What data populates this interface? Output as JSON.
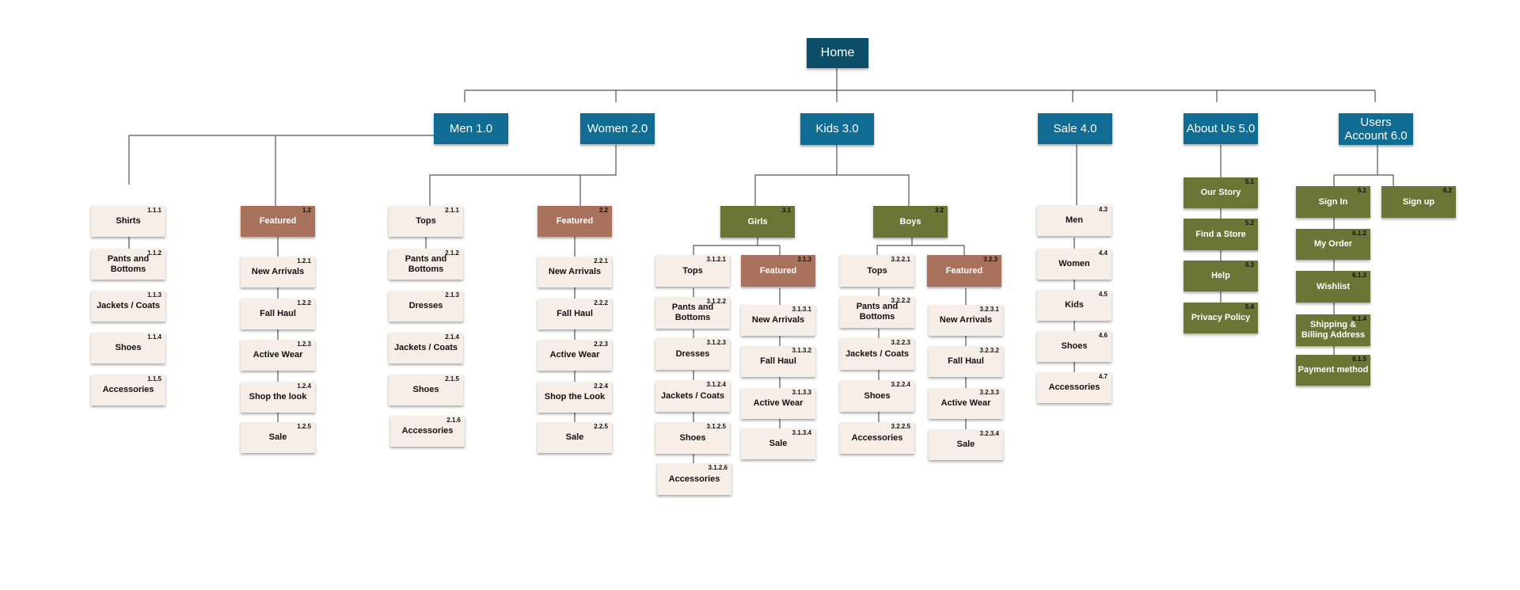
{
  "root": {
    "label": "Home"
  },
  "sections": {
    "men": {
      "label": "Men 1.0",
      "shirts": {
        "label": "Shirts",
        "num": "1.1.1"
      },
      "pants": {
        "label": "Pants and Bottoms",
        "num": "1.1.2"
      },
      "jackets": {
        "label": "Jackets / Coats",
        "num": "1.1.3"
      },
      "shoes": {
        "label": "Shoes",
        "num": "1.1.4"
      },
      "accessories": {
        "label": "Accessories",
        "num": "1.1.5"
      },
      "featured": {
        "label": "Featured",
        "num": "1.2"
      },
      "new_arrivals": {
        "label": "New Arrivals",
        "num": "1.2.1"
      },
      "fall_haul": {
        "label": "Fall Haul",
        "num": "1.2.2"
      },
      "active_wear": {
        "label": "Active Wear",
        "num": "1.2.3"
      },
      "shop_look": {
        "label": "Shop the look",
        "num": "1.2.4"
      },
      "sale": {
        "label": "Sale",
        "num": "1.2.5"
      }
    },
    "women": {
      "label": "Women 2.0",
      "tops": {
        "label": "Tops",
        "num": "2.1.1"
      },
      "pants": {
        "label": "Pants and Bottoms",
        "num": "2.1.2"
      },
      "dresses": {
        "label": "Dresses",
        "num": "2.1.3"
      },
      "jackets": {
        "label": "Jackets / Coats",
        "num": "2.1.4"
      },
      "shoes": {
        "label": "Shoes",
        "num": "2.1.5"
      },
      "accessories": {
        "label": "Accessories",
        "num": "2.1.6"
      },
      "featured": {
        "label": "Featured",
        "num": "2.2"
      },
      "new_arrivals": {
        "label": "New Arrivals",
        "num": "2.2.1"
      },
      "fall_haul": {
        "label": "Fall Haul",
        "num": "2.2.2"
      },
      "active_wear": {
        "label": "Active Wear",
        "num": "2.2.3"
      },
      "shop_look": {
        "label": "Shop the Look",
        "num": "2.2.4"
      },
      "sale": {
        "label": "Sale",
        "num": "2.2.5"
      }
    },
    "kids": {
      "label": "Kids 3.0",
      "girls": {
        "label": "Girls",
        "num": "3.1"
      },
      "girls_tops": {
        "label": "Tops",
        "num": "3.1.2.1"
      },
      "girls_pants": {
        "label": "Pants and Bottoms",
        "num": "3.1.2.2"
      },
      "girls_dresses": {
        "label": "Dresses",
        "num": "3.1.2.3"
      },
      "girls_jackets": {
        "label": "Jackets / Coats",
        "num": "3.1.2.4"
      },
      "girls_shoes": {
        "label": "Shoes",
        "num": "3.1.2.5"
      },
      "girls_accessories": {
        "label": "Accessories",
        "num": "3.1.2.6"
      },
      "girls_featured": {
        "label": "Featured",
        "num": "3.1.3"
      },
      "girls_new_arrivals": {
        "label": "New Arrivals",
        "num": "3.1.3.1"
      },
      "girls_fall_haul": {
        "label": "Fall Haul",
        "num": "3.1.3.2"
      },
      "girls_active_wear": {
        "label": "Active Wear",
        "num": "3.1.3.3"
      },
      "girls_sale": {
        "label": "Sale",
        "num": "3.1.3.4"
      },
      "boys": {
        "label": "Boys",
        "num": "3.2"
      },
      "boys_tops": {
        "label": "Tops",
        "num": "3.2.2.1"
      },
      "boys_pants": {
        "label": "Pants and Bottoms",
        "num": "3.2.2.2"
      },
      "boys_jackets": {
        "label": "Jackets / Coats",
        "num": "3.2.2.3"
      },
      "boys_shoes": {
        "label": "Shoes",
        "num": "3.2.2.4"
      },
      "boys_accessories": {
        "label": "Accessories",
        "num": "3.2.2.5"
      },
      "boys_featured": {
        "label": "Featured",
        "num": "3.2.3"
      },
      "boys_new_arrivals": {
        "label": "New Arrivals",
        "num": "3.2.3.1"
      },
      "boys_fall_haul": {
        "label": "Fall Haul",
        "num": "3.2.3.2"
      },
      "boys_active_wear": {
        "label": "Active Wear",
        "num": "3.2.3.3"
      },
      "boys_sale": {
        "label": "Sale",
        "num": "3.2.3.4"
      }
    },
    "sale": {
      "label": "Sale 4.0",
      "men": {
        "label": "Men",
        "num": "4.3"
      },
      "women": {
        "label": "Women",
        "num": "4.4"
      },
      "kids": {
        "label": "Kids",
        "num": "4.5"
      },
      "shoes": {
        "label": "Shoes",
        "num": "4.6"
      },
      "accessories": {
        "label": "Accessories",
        "num": "4.7"
      }
    },
    "about": {
      "label": "About Us 5.0",
      "story": {
        "label": "Our Story",
        "num": "5.1"
      },
      "store": {
        "label": "Find a Store",
        "num": "5.2"
      },
      "help": {
        "label": "Help",
        "num": "5.3"
      },
      "privacy": {
        "label": "Privacy Policy",
        "num": "5.4"
      }
    },
    "users": {
      "label": "Users Account 6.0",
      "signin": {
        "label": "Sign In",
        "num": "6.1"
      },
      "signup": {
        "label": "Sign up",
        "num": "6.2"
      },
      "order": {
        "label": "My Order",
        "num": "6.1.2"
      },
      "wishlist": {
        "label": "Wishlist",
        "num": "6.1.3"
      },
      "shipping": {
        "label": "Shipping & Billing Address",
        "num": "6.1.4"
      },
      "payment": {
        "label": "Payment method",
        "num": "6.1.5"
      }
    }
  },
  "colors": {
    "home": "#0c4d68",
    "section": "#106c92",
    "group": "#6a7536",
    "featured": "#a8725d",
    "leaf": "#f8eee8",
    "connector": "#555555"
  }
}
